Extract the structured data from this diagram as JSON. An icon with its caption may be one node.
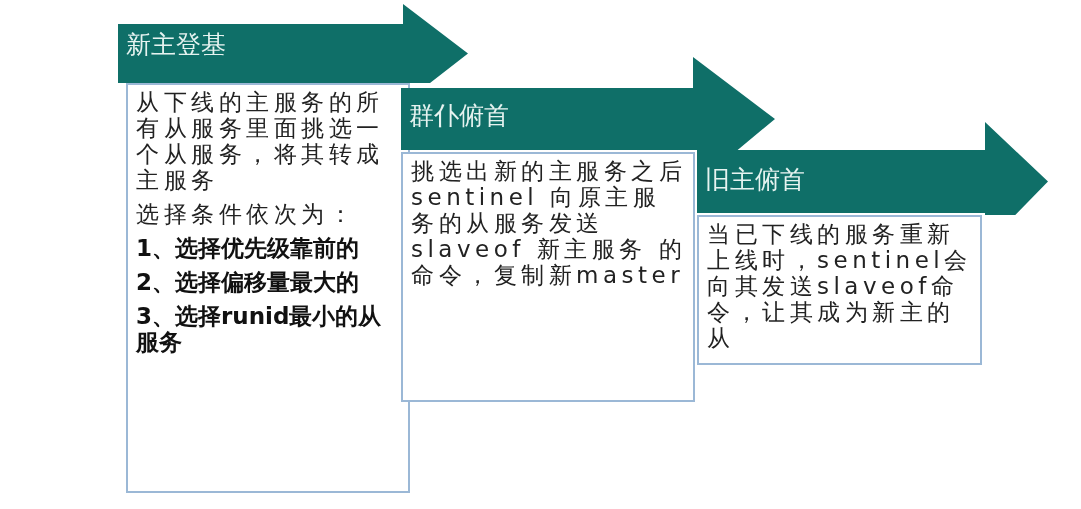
{
  "diagram": {
    "nodes": [
      {
        "text": [
          "新主登基"
        ]
      },
      {
        "text": [
          "从下线的主服务的所有从服务里面挑选一个从服务，将其转成主服务",
          "选择条件依次为：",
          "1、选择优先级靠前的",
          "2、选择偏移量最大的",
          "3、选择runid最小的从服务"
        ]
      },
      {
        "text": [
          "群仆俯首"
        ]
      },
      {
        "text": [
          "挑选出新的主服务之后sentinel 向原主服务的从服务发送 slaveof 新主服务 的命令，复制新master"
        ]
      },
      {
        "text": [
          "旧主俯首"
        ]
      },
      {
        "text": [
          "当已下线的服务重新上线时，sentinel会向其发送slaveof命令，让其成为新主的从"
        ]
      }
    ]
  }
}
